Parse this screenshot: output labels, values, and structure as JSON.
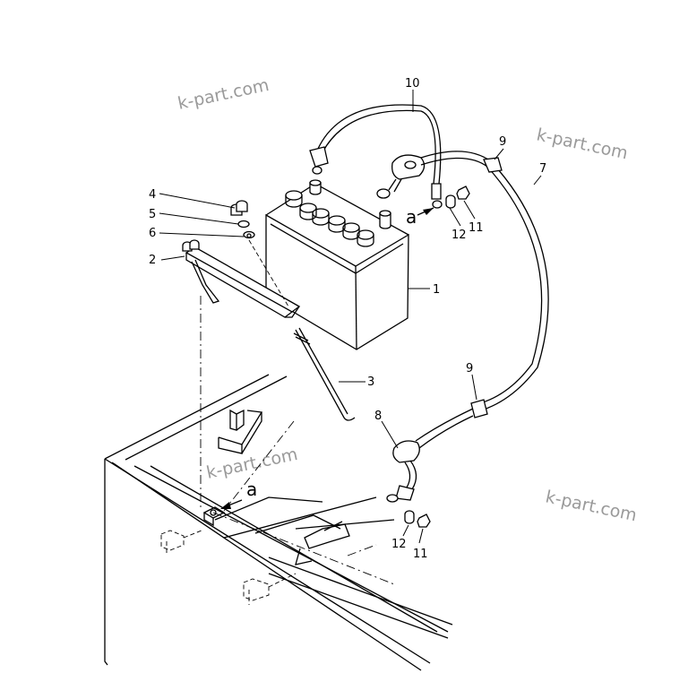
{
  "watermarks": [
    "k-part.com",
    "k-part.com",
    "k-part.com",
    "k-part.com"
  ],
  "callouts": {
    "c1": "1",
    "c2": "2",
    "c3": "3",
    "c4": "4",
    "c5": "5",
    "c6": "6",
    "c7": "7",
    "c8": "8",
    "c9_top": "9",
    "c9_mid": "9",
    "c10": "10",
    "c11_top": "11",
    "c12_top": "12",
    "c11_bot": "11",
    "c12_bot": "12"
  },
  "view_markers": {
    "a_top": "a",
    "a_bottom": "a"
  }
}
